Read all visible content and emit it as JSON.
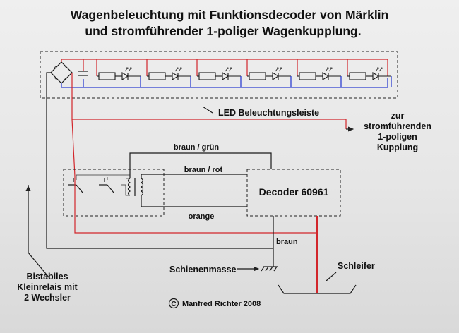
{
  "title": {
    "line1": "Wagenbeleuchtung mit Funktionsdecoder von Märklin",
    "line2": "und stromführender 1-poliger Wagenkupplung."
  },
  "labels": {
    "led_strip": "LED Beleuchtungsleiste",
    "coupling": [
      "zur",
      "stromführenden",
      "1-poligen",
      "Kupplung"
    ],
    "wire_brown_green": "braun / grün",
    "wire_brown_red": "braun / rot",
    "wire_orange": "orange",
    "wire_brown": "braun",
    "decoder": "Decoder 60961",
    "rail_ground": "Schienenmasse",
    "pickup": "Schleifer",
    "relay": [
      "Bistabiles",
      "Kleinrelais mit",
      "2 Wechsler"
    ],
    "copyright_symbol": "C",
    "copyright": "Manfred Richter  2008"
  },
  "colors": {
    "positive_wire": "#d2262b",
    "negative_wire": "#2d3fd0",
    "line": "#1a1a1a"
  }
}
